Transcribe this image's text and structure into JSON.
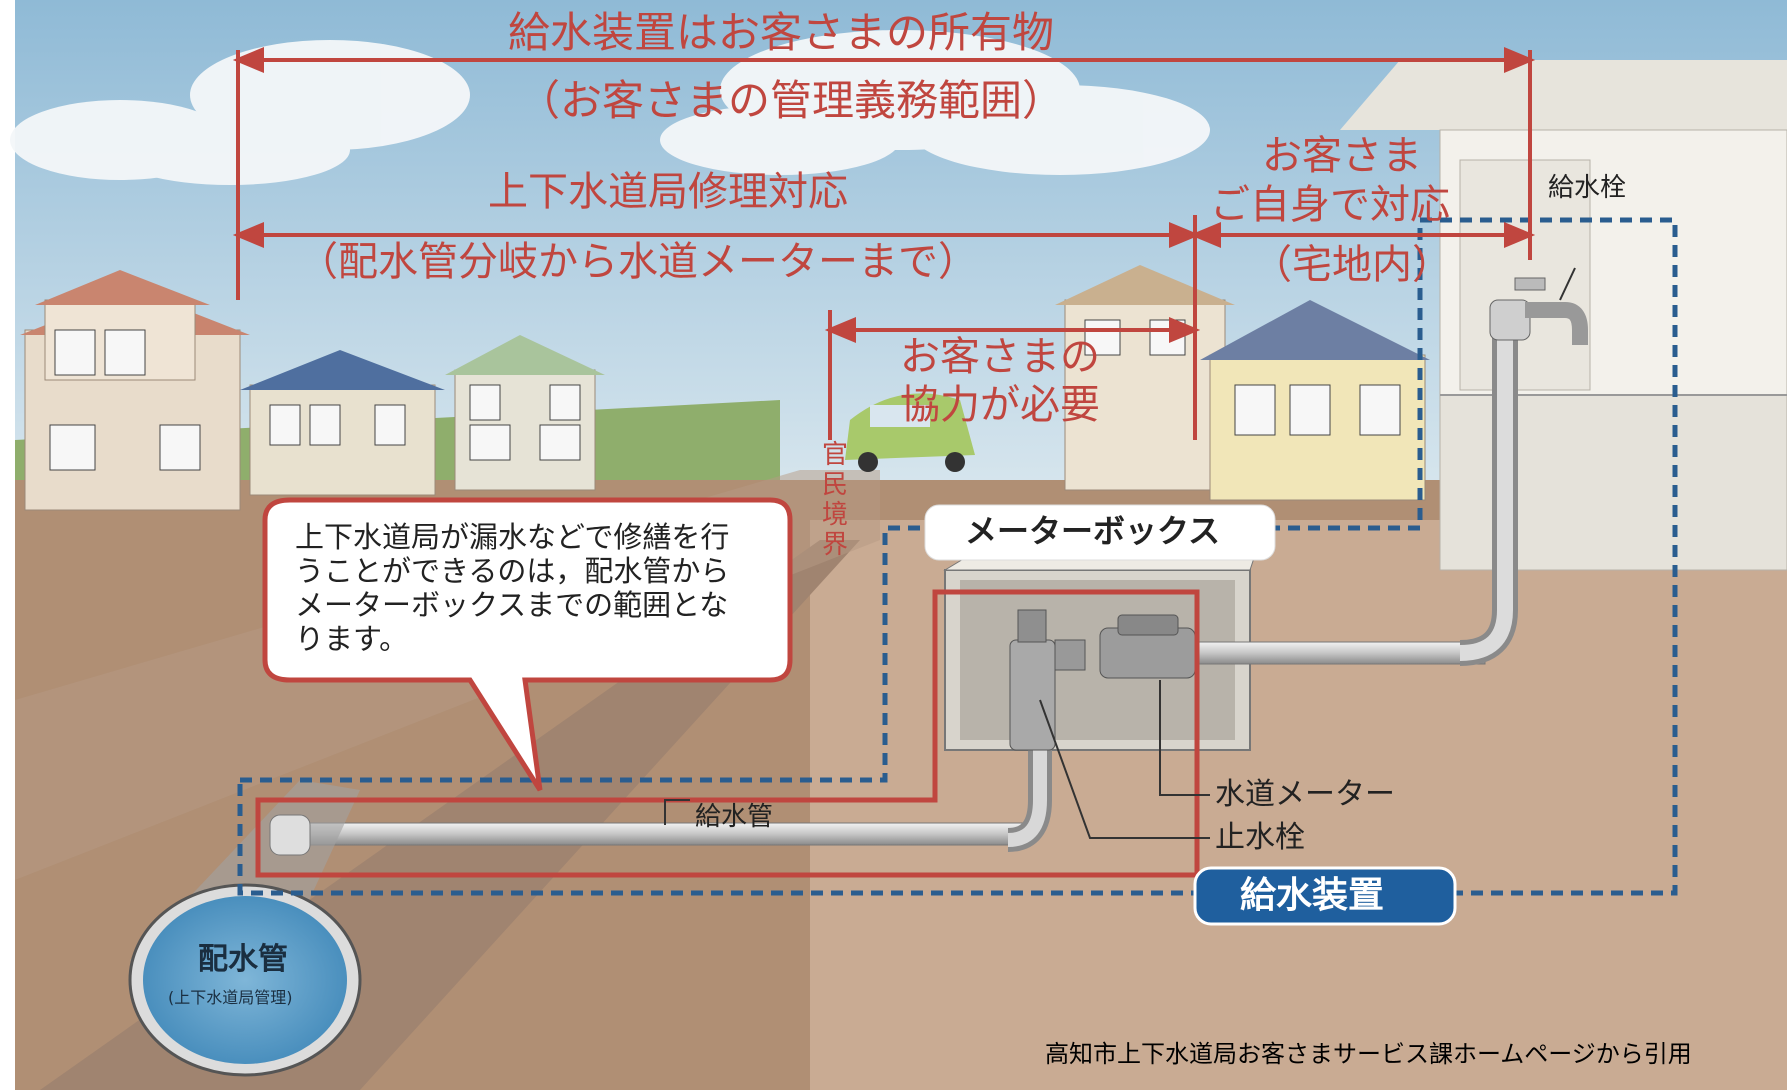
{
  "title_line1": "給水装置はお客さまの所有物",
  "title_line2": "（お客さまの管理義務範囲）",
  "bureau_line1": "上下水道局修理対応",
  "bureau_line2": "（配水管分岐から水道メーターまで）",
  "customer_line1": "お客さま",
  "customer_line2": "ご自身で対応",
  "customer_line3": "（宅地内）",
  "coop_line1": "お客さまの",
  "coop_line2": "協力が必要",
  "boundary_label": "官民境界",
  "bubble_text": "上下水道局が漏水などで修繕を行うことができるのは，配水管からメーターボックスまでの範囲となります。",
  "meter_box_label": "メーターボックス",
  "faucet_label": "給水栓",
  "service_pipe_label": "給水管",
  "water_meter_label": "水道メーター",
  "stop_valve_label": "止水栓",
  "supply_device_label": "給水装置",
  "main_pipe_label": "配水管",
  "main_pipe_sub": "(上下水道局管理)",
  "credit": "高知市上下水道局お客さまサービス課ホームページから引用",
  "colors": {
    "red": "#c0463f",
    "blue_dotted": "#2a5d8f",
    "badge_blue": "#1f5f9e",
    "sky": "#a9cbe0",
    "ground": "#b08f74"
  }
}
